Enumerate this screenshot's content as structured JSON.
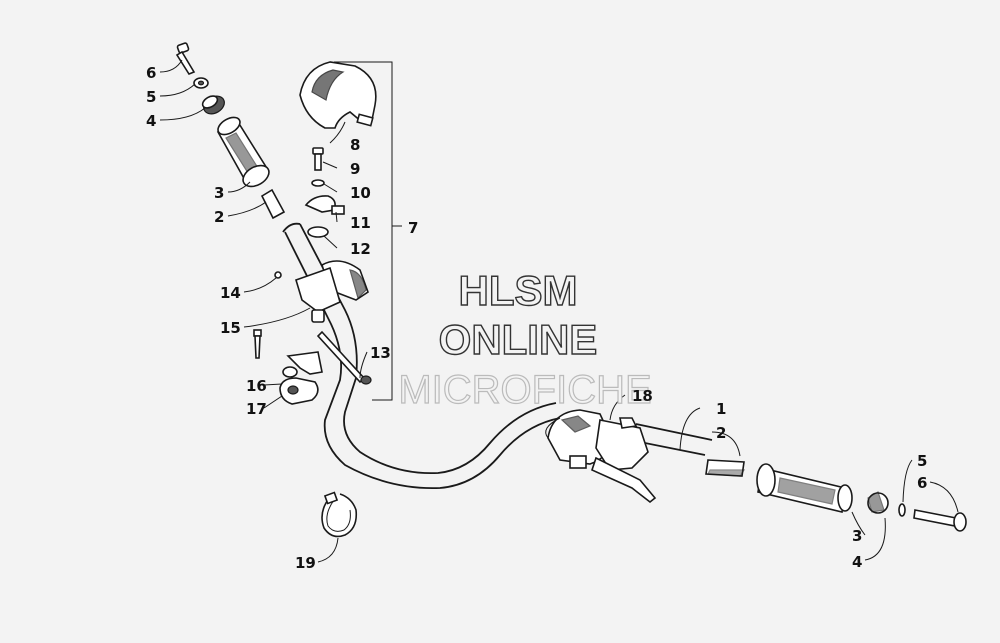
{
  "watermark": {
    "line1": "HLSM",
    "line2": "ONLINE",
    "line3": "MICROFICHE"
  },
  "callouts": [
    {
      "id": "c6a",
      "label": "6"
    },
    {
      "id": "c5a",
      "label": "5"
    },
    {
      "id": "c4a",
      "label": "4"
    },
    {
      "id": "c3a",
      "label": "3"
    },
    {
      "id": "c2a",
      "label": "2"
    },
    {
      "id": "c8",
      "label": "8"
    },
    {
      "id": "c9",
      "label": "9"
    },
    {
      "id": "c10",
      "label": "10"
    },
    {
      "id": "c11",
      "label": "11"
    },
    {
      "id": "c12",
      "label": "12"
    },
    {
      "id": "c7",
      "label": "7"
    },
    {
      "id": "c14",
      "label": "14"
    },
    {
      "id": "c15",
      "label": "15"
    },
    {
      "id": "c13",
      "label": "13"
    },
    {
      "id": "c16",
      "label": "16"
    },
    {
      "id": "c17",
      "label": "17"
    },
    {
      "id": "c18",
      "label": "18"
    },
    {
      "id": "c1",
      "label": "1"
    },
    {
      "id": "c2b",
      "label": "2"
    },
    {
      "id": "c5b",
      "label": "5"
    },
    {
      "id": "c6b",
      "label": "6"
    },
    {
      "id": "c3b",
      "label": "3"
    },
    {
      "id": "c4b",
      "label": "4"
    },
    {
      "id": "c19",
      "label": "19"
    }
  ]
}
